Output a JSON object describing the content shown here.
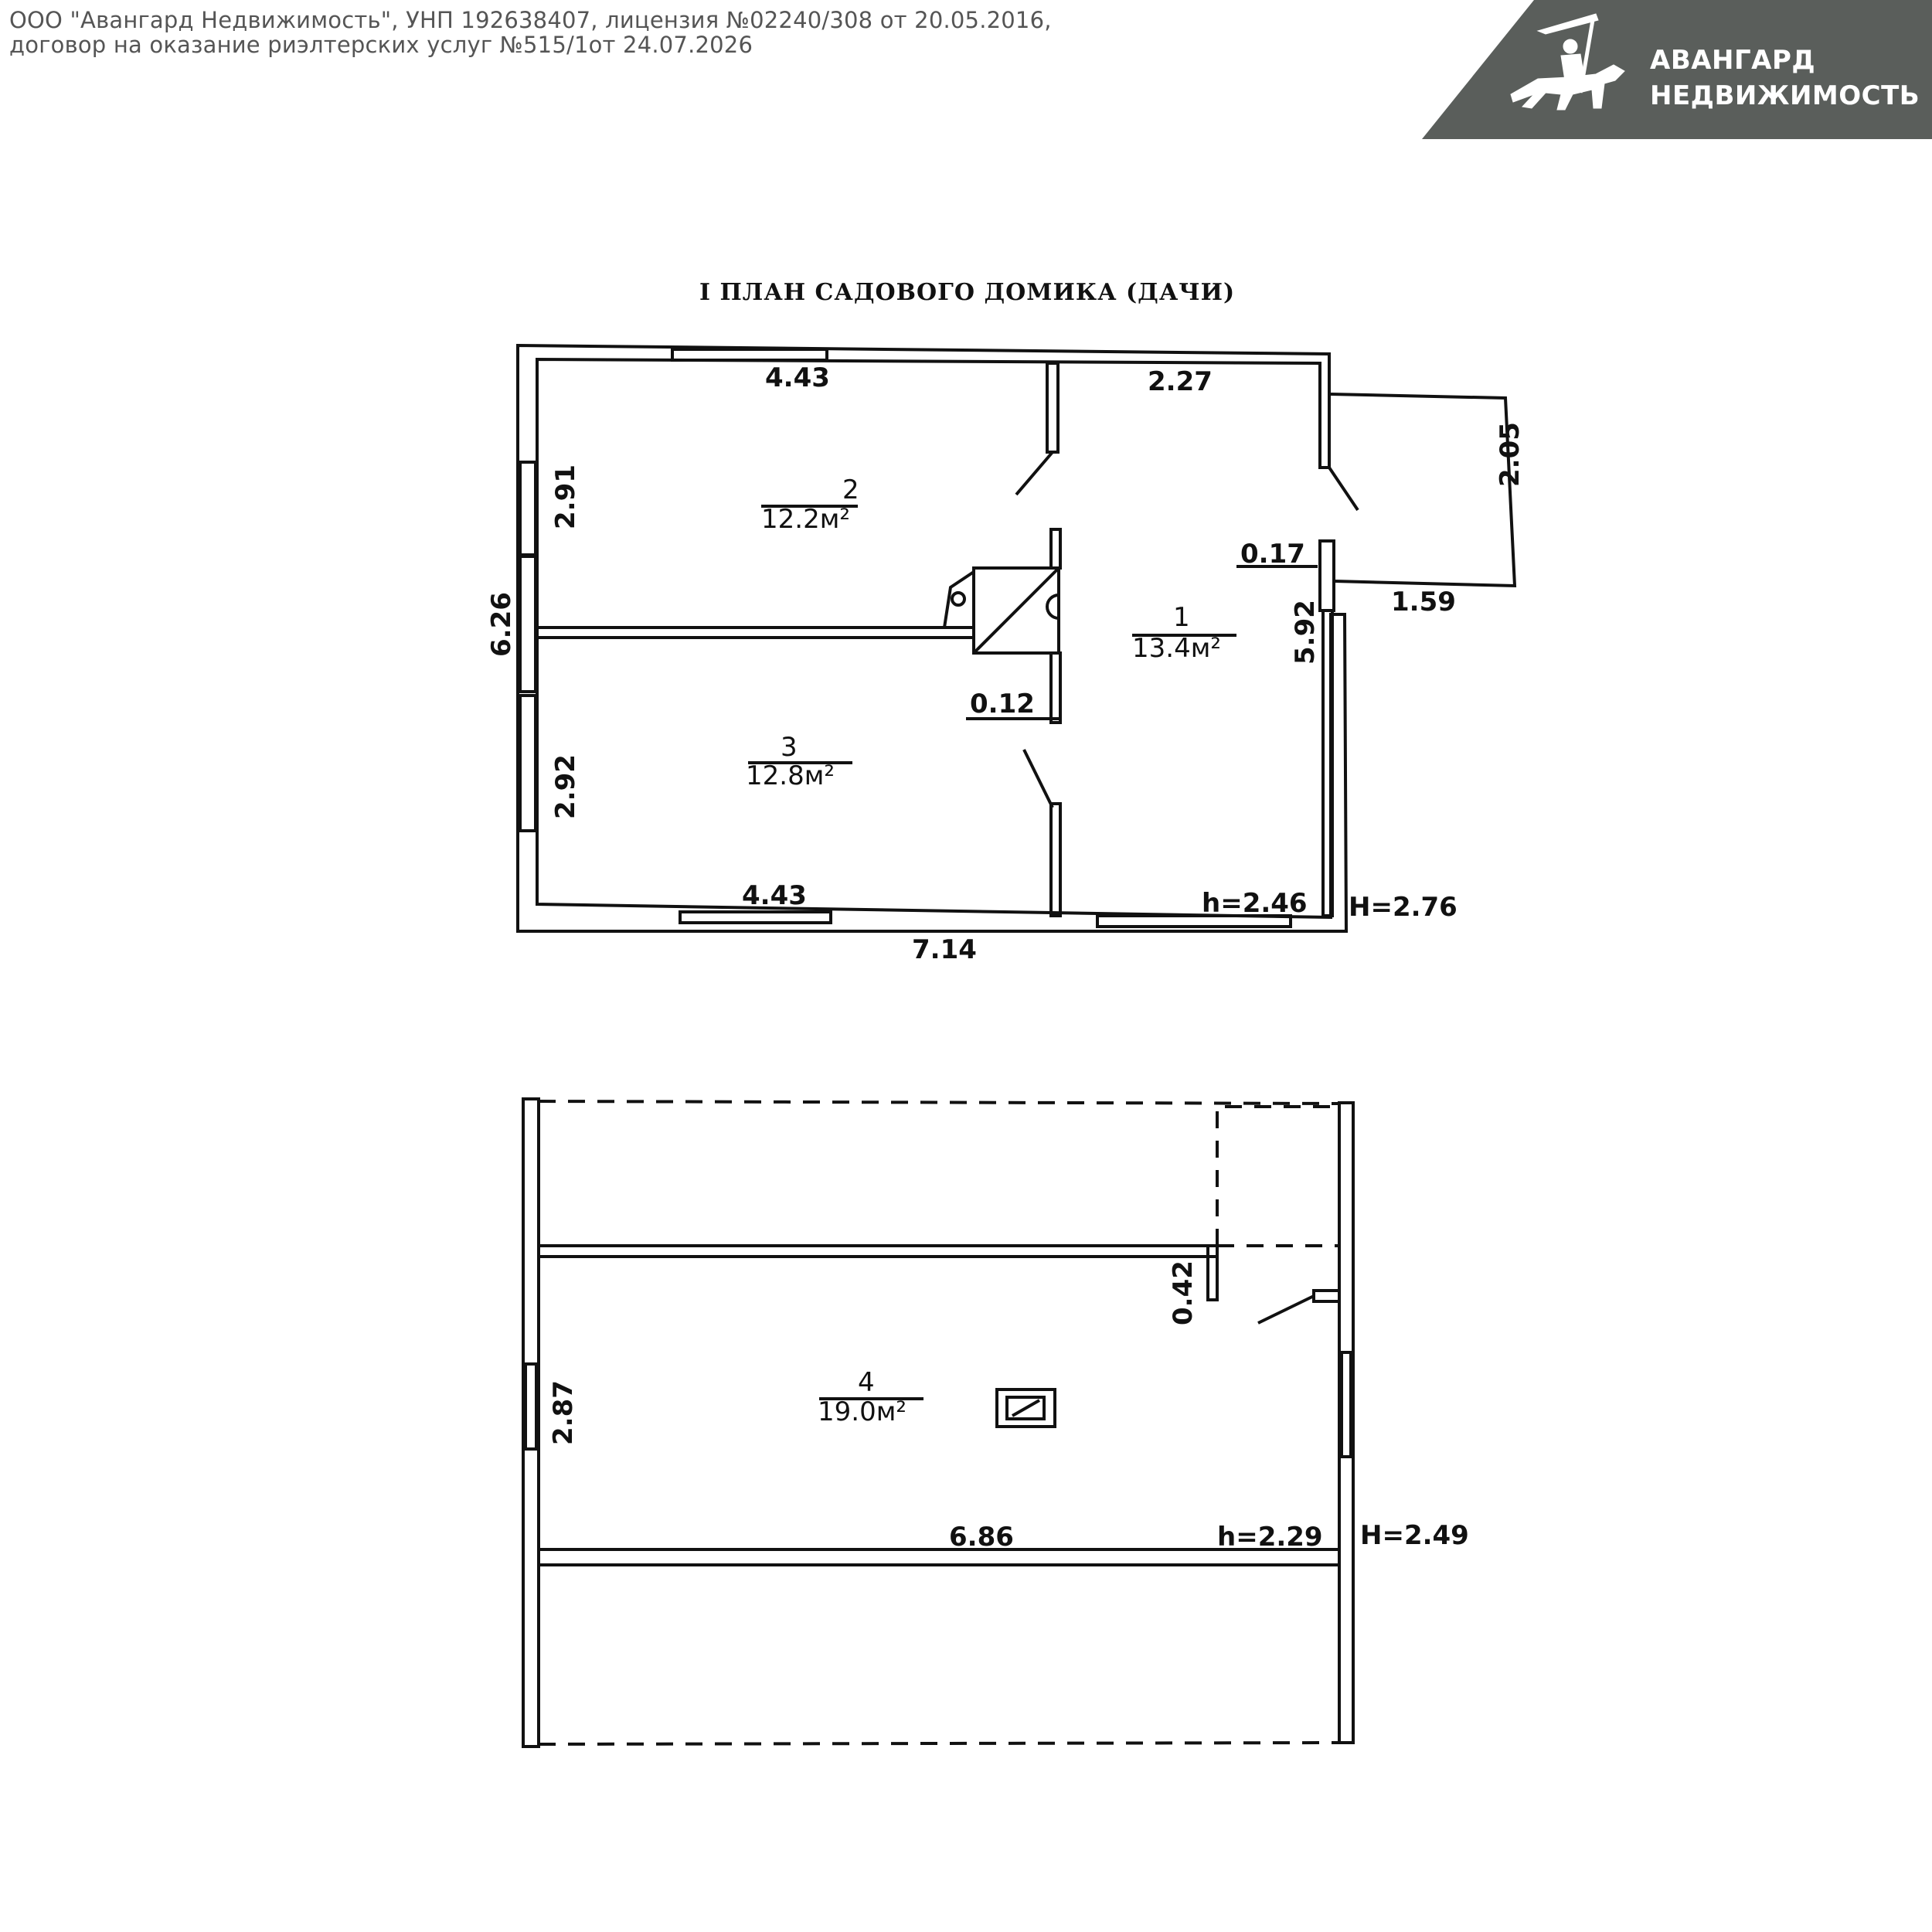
{
  "header": {
    "line1": "ООО \"Авангард Недвижимость\", УНП 192638407, лицензия №02240/308 от 20.05.2016,",
    "line2": "договор на оказание риэлтерских услуг №515/1от 24.07.2026"
  },
  "logo": {
    "line1": "АВАНГАРД",
    "line2": "НЕДВИЖИМОСТЬ",
    "banner_color": "#5a5e5b",
    "icon": "knight-on-horse-icon"
  },
  "plan": {
    "title": "I ПЛАН САДОВОГО ДОМИКА (ДАЧИ)",
    "rooms": [
      {
        "number": "1",
        "area": "13.4м²"
      },
      {
        "number": "2",
        "area": "12.2м²"
      },
      {
        "number": "3",
        "area": "12.8м²"
      },
      {
        "number": "4",
        "area": "19.0м²"
      }
    ],
    "dimensions": {
      "top_left": "4.43",
      "top_right": "2.27",
      "porch_depth": "2.05",
      "porch_width": "1.59",
      "wall_0_17": "0.17",
      "right_height": "5.92",
      "left_total": "6.26",
      "left_upper": "2.91",
      "left_lower": "2.92",
      "partition": "0.12",
      "bottom_inner": "4.43",
      "bottom_total": "7.14",
      "h_inner_ground": "h=2.46",
      "h_outer_ground": "H=2.76",
      "attic_offset": "0.42",
      "attic_left": "2.87",
      "attic_length": "6.86",
      "h_inner_attic": "h=2.29",
      "h_outer_attic": "H=2.49"
    }
  }
}
